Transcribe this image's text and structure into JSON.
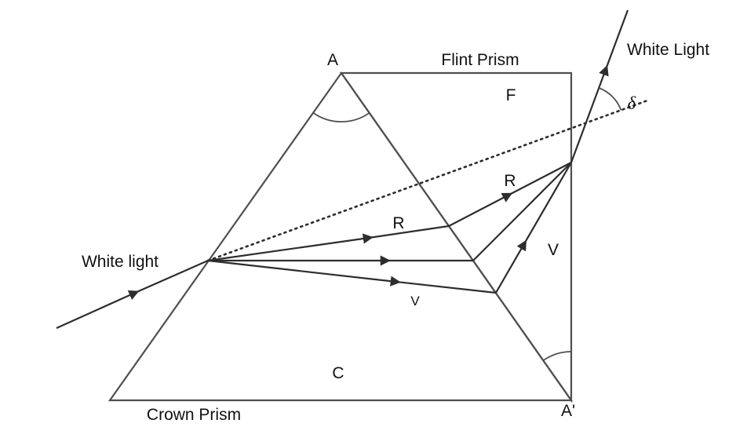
{
  "colors": {
    "bg": "#ffffff",
    "outline": "#4f4f4f",
    "ray": "#2d2d2d",
    "text": "#111111"
  },
  "diagram": {
    "type": "optics-dispersion-crown-flint-prisms",
    "labels": {
      "apex": "A",
      "apex_prime": "A'",
      "flint_name": "Flint Prism",
      "flint_letter": "F",
      "crown_name": "Crown Prism",
      "crown_letter": "C",
      "incident_ray": "White light",
      "emergent_ray": "White Light",
      "deviation_angle": "δ",
      "red_in_crown": "R",
      "red_in_flint": "R",
      "violet_in_crown": "V",
      "violet_in_flint": "V"
    }
  }
}
